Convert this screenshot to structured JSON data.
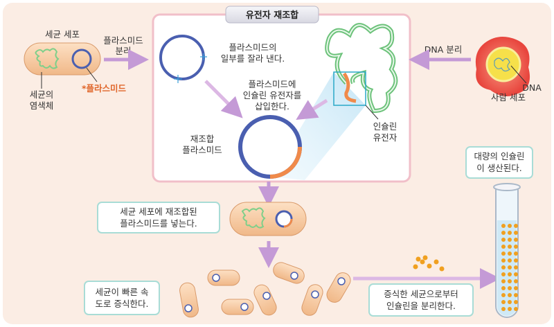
{
  "title": "유전자 재조합",
  "bacterium": {
    "label": "세균 세포",
    "chromosome": [
      "세균의",
      "염색체"
    ],
    "plasmid": "*플라스미드"
  },
  "step_isolate_plasmid": [
    "플라스미드",
    "분리"
  ],
  "step_cut": [
    "플라스미드의",
    "일부를 잘라 낸다."
  ],
  "step_insert": [
    "플라스미드에",
    "인슐린 유전자를",
    "삽입한다."
  ],
  "recombinant_plasmid": [
    "재조합",
    "플라스미드"
  ],
  "insulin_gene": [
    "인슐린",
    "유전자"
  ],
  "step_isolate_dna": "DNA 분리",
  "human_cell": {
    "label": "사람 세포",
    "dna": "DNA"
  },
  "box_insert": [
    "세균 세포에 재조합된",
    "플라스미드를 넣는다."
  ],
  "box_grow": [
    "세균이 빠른 속",
    "도로 증식한다."
  ],
  "box_separate": [
    "증식한 세균으로부터",
    "인슐린을 분리한다."
  ],
  "box_mass": [
    "대량의 인슐린",
    "이 생산된다."
  ],
  "colors": {
    "background": "#fbede4",
    "panel_border": "#f1bfc9",
    "plasmid": "#4a5fb0",
    "insulin": "#f08a4a",
    "chromosome": "#6cc27a",
    "arrow": "#c9a0d8"
  }
}
